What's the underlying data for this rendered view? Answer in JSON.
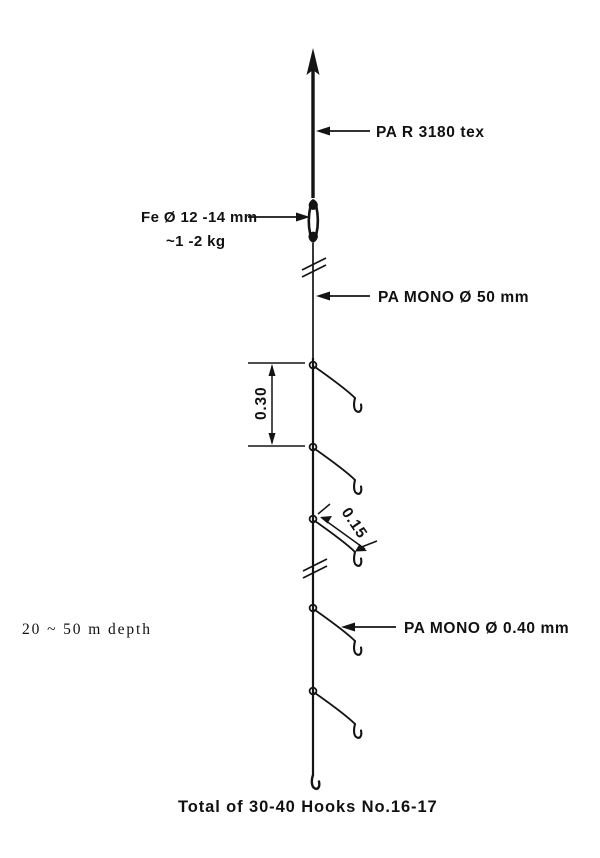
{
  "diagram": {
    "title": "Vertical longline (dropline) fishing gear schematic",
    "background_color": "#ffffff",
    "ink_color": "#141414",
    "labels": {
      "mainline": "PA R 3180 tex",
      "sinker_line1": "Fe Ø 12 -14 mm",
      "sinker_line2": "~1 -2 kg",
      "mono_upper": "PA MONO  Ø 50 mm",
      "mono_snood": "PA MONO  Ø 0.40 mm",
      "depth_note": "20  ~  50  m  depth",
      "caption": "Total of 30-40 Hooks  No.16-17"
    },
    "dimensions": {
      "snood_spacing": "0.30",
      "snood_length": "0.15"
    },
    "components": {
      "mainline_name": "polyamide rope mainline",
      "sinker_name": "iron sinker",
      "branch_line_name": "monofilament snood",
      "hook_name": "fishing hook",
      "break_symbol_name": "line-break symbol"
    },
    "counts": {
      "snoods_drawn": 5,
      "hooks_total": "30-40",
      "hook_size": "No.16-17"
    }
  }
}
